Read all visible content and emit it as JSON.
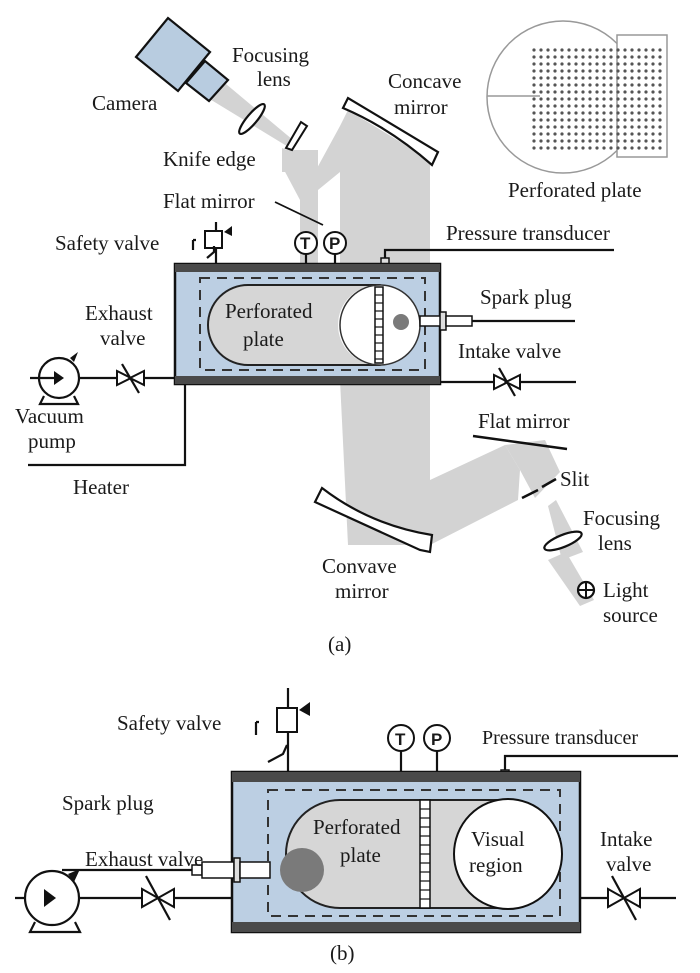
{
  "figure_a": {
    "caption": "(a)",
    "labels": {
      "camera": "Camera",
      "focusing_lens_top_1": "Focusing",
      "focusing_lens_top_2": "lens",
      "knife_edge": "Knife edge",
      "concave_mirror_1": "Concave",
      "concave_mirror_2": "mirror",
      "flat_mirror_top": "Flat mirror",
      "safety_valve": "Safety valve",
      "pressure_transducer": "Pressure transducer",
      "perforated_plate_inset": "Perforated plate",
      "perforated_plate_1": "Perforated",
      "perforated_plate_2": "plate",
      "spark_plug": "Spark plug",
      "exhaust_valve_1": "Exhaust",
      "exhaust_valve_2": "valve",
      "intake_valve": "Intake valve",
      "vacuum_pump_1": "Vacuum",
      "vacuum_pump_2": "pump",
      "heater": "Heater",
      "flat_mirror_bottom": "Flat mirror",
      "slit": "Slit",
      "focusing_lens_bottom_1": "Focusing",
      "focusing_lens_bottom_2": "lens",
      "convave_mirror_1": "Convave",
      "convave_mirror_2": "mirror",
      "light_source_1": "Light",
      "light_source_2": "source"
    },
    "gauges": {
      "temperature": "T",
      "pressure": "P"
    }
  },
  "figure_b": {
    "caption": "(b)",
    "labels": {
      "safety_valve": "Safety valve",
      "pressure_transducer": "Pressure transducer",
      "spark_plug": "Spark plug",
      "exhaust_valve": "Exhaust valve",
      "perforated_plate_1": "Perforated",
      "perforated_plate_2": "plate",
      "visual_region_1": "Visual",
      "visual_region_2": "region",
      "intake_valve_1": "Intake",
      "intake_valve_2": "valve"
    },
    "gauges": {
      "temperature": "T",
      "pressure": "P"
    }
  },
  "colors": {
    "chamber_blue": "#bccfe3",
    "camera_blue": "#b8cce0",
    "beam_grey": "#d3d3d3",
    "wall_dark": "#4a4a4a",
    "flame_grey": "#7a7a7a"
  }
}
